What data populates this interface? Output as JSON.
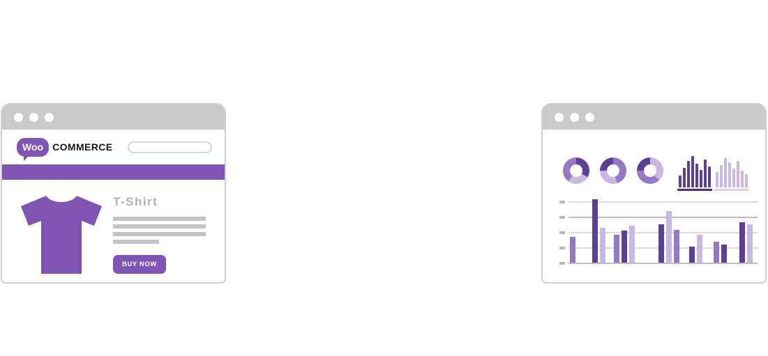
{
  "illustration": {
    "title": "WooCommerce storefront and analytics browser windows"
  },
  "storefront_window": {
    "titlebar": {
      "dot_count": 3
    },
    "logo": {
      "bubble_text": "Woo",
      "wordmark_text": "COMMERCE"
    },
    "search": {
      "value": "",
      "placeholder": ""
    },
    "navbar": {
      "color": "#7f54b3"
    },
    "product": {
      "title": "T-Shirt",
      "buy_button_label": "BUY NOW",
      "description_line_widths": [
        133,
        133,
        133,
        66
      ]
    },
    "colors": {
      "accent": "#7f54b3",
      "titlebar": "#c9c9c9",
      "placeholder_text": "#c4c4c4",
      "title_text": "#b1b1b1"
    }
  },
  "analytics_window": {
    "titlebar": {
      "dot_count": 3
    },
    "palette": {
      "deep": "#4b2e83",
      "dark": "#5d3f94",
      "medium": "#9678c5",
      "light": "#c9b8e0",
      "lighter": "#ddd3ec"
    },
    "chart_data": [
      {
        "type": "pie",
        "variant": "donut",
        "name": "donut-1",
        "segments": [
          {
            "color": "dark",
            "value": 33
          },
          {
            "color": "light",
            "value": 27
          },
          {
            "color": "medium",
            "value": 40
          }
        ]
      },
      {
        "type": "pie",
        "variant": "donut",
        "name": "donut-2",
        "segments": [
          {
            "color": "medium",
            "value": 45
          },
          {
            "color": "light",
            "value": 30
          },
          {
            "color": "dark",
            "value": 25
          }
        ]
      },
      {
        "type": "pie",
        "variant": "donut",
        "name": "donut-3",
        "segments": [
          {
            "color": "light",
            "value": 38
          },
          {
            "color": "medium",
            "value": 37
          },
          {
            "color": "dark",
            "value": 25
          }
        ]
      },
      {
        "type": "bar",
        "name": "mini-histogram",
        "series": [
          {
            "name": "cluster-dark",
            "color": "dark",
            "underline": "deep",
            "values": [
              28,
              45,
              62,
              72,
              55,
              40,
              65,
              48
            ]
          },
          {
            "name": "cluster-light",
            "color": "light",
            "underline": "lighter",
            "values": [
              35,
              52,
              68,
              58,
              44,
              62,
              38,
              30
            ]
          }
        ]
      },
      {
        "type": "bar",
        "name": "main-bar-chart",
        "gridline_colors": [
          "#dcdcdc",
          "#c2b1dd",
          "#dcdcdc",
          "#dcdcdc",
          "#bdbdbd"
        ],
        "bars": [
          {
            "h": 42,
            "c": "medium",
            "gap": 0
          },
          {
            "h": 103,
            "c": "dark",
            "gap": 24
          },
          {
            "h": 57,
            "c": "light",
            "gap": 3
          },
          {
            "h": 46,
            "c": "medium",
            "gap": 12
          },
          {
            "h": 52,
            "c": "dark",
            "gap": 3
          },
          {
            "h": 60,
            "c": "light",
            "gap": 3
          },
          {
            "h": 63,
            "c": "dark",
            "gap": 34
          },
          {
            "h": 84,
            "c": "light",
            "gap": 3
          },
          {
            "h": 53,
            "c": "medium",
            "gap": 3
          },
          {
            "h": 26,
            "c": "dark",
            "gap": 14
          },
          {
            "h": 46,
            "c": "light",
            "gap": 3
          },
          {
            "h": 34,
            "c": "medium",
            "gap": 16
          },
          {
            "h": 29,
            "c": "dark",
            "gap": 3
          },
          {
            "h": 66,
            "c": "dark",
            "gap": 18
          },
          {
            "h": 62,
            "c": "light",
            "gap": 3
          }
        ]
      }
    ]
  }
}
